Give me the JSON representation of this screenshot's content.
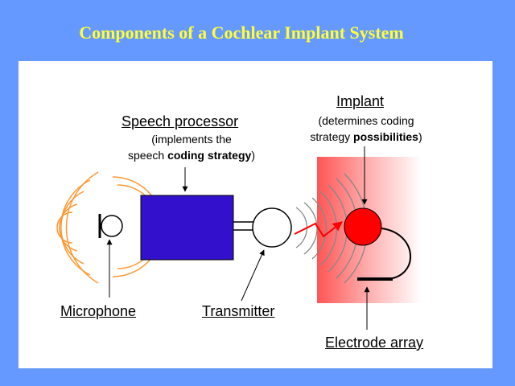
{
  "title": "Components of a Cochlear Implant System",
  "labels": {
    "speech_processor": "Speech processor",
    "speech_processor_sub_1": "(implements the",
    "speech_processor_sub_2a": "speech ",
    "speech_processor_sub_2b": "coding strategy",
    "speech_processor_sub_2c": ")",
    "implant": "Implant",
    "implant_sub_1": "(determines coding",
    "implant_sub_2a": "strategy ",
    "implant_sub_2b": "possibilities",
    "implant_sub_2c": ")",
    "microphone": "Microphone",
    "transmitter": "Transmitter",
    "electrode_array": "Electrode array"
  },
  "colors": {
    "background": "#6699ff",
    "title": "#ffff33",
    "processor": "#3311cc",
    "implant": "#ff0000",
    "sound_waves": "#ff9933",
    "signal": "#ff0000"
  }
}
